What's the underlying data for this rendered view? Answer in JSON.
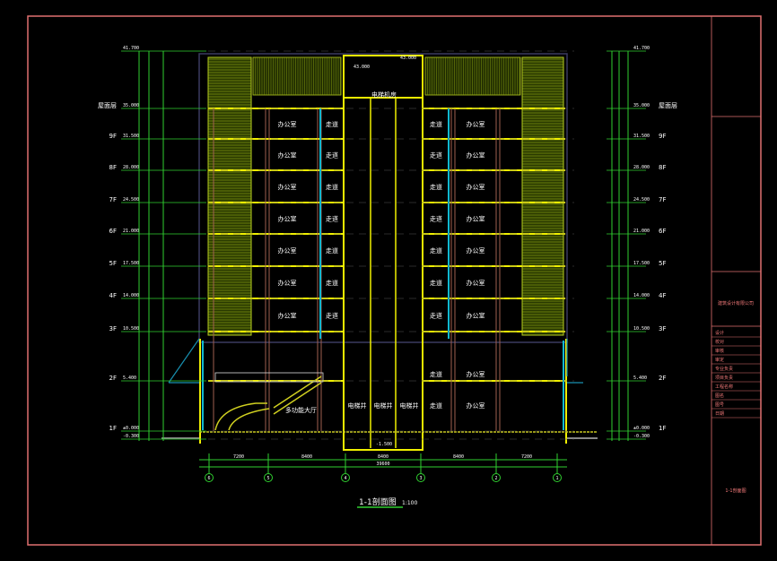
{
  "drawing": {
    "title": "1-1剖面图",
    "scale": "1:100",
    "colors": {
      "frame": "#e07070",
      "wall": "#f0f000",
      "louver": "#b8d020",
      "dim": "#30d030",
      "glass": "#10b8d0",
      "grid": "#3a3a60"
    }
  },
  "levels": [
    {
      "name": "",
      "elev": "41.700"
    },
    {
      "name": "屋面层",
      "elev": "35.000"
    },
    {
      "name": "9F",
      "elev": "31.500"
    },
    {
      "name": "8F",
      "elev": "28.000"
    },
    {
      "name": "7F",
      "elev": "24.500"
    },
    {
      "name": "6F",
      "elev": "21.000"
    },
    {
      "name": "5F",
      "elev": "17.500"
    },
    {
      "name": "4F",
      "elev": "14.000"
    },
    {
      "name": "3F",
      "elev": "10.500"
    },
    {
      "name": "2F",
      "elev": "5.400"
    },
    {
      "name": "1F",
      "elev": "±0.000"
    },
    {
      "name": "",
      "elev": "-0.300"
    }
  ],
  "rooms": {
    "office": "办公室",
    "corridor": "走道",
    "machine_room": "电梯机房",
    "shaft": "电梯井",
    "hall": "多功能大厅",
    "pit": "-1.500",
    "roof_left": "43.000",
    "roof_right": "43.000",
    "top_mark": "41.700"
  },
  "axes": [
    "6",
    "5",
    "4",
    "3",
    "2",
    "1"
  ],
  "dimensions": {
    "spans": [
      "7200",
      "8400",
      "8400",
      "8400",
      "7200"
    ],
    "total": "39600"
  },
  "title_block": {
    "company": "建筑设计有限公司",
    "drawing_name": "1-1剖面图",
    "rows": [
      "设计",
      "校对",
      "审核",
      "审定",
      "专业负责",
      "项目负责",
      "工程名称",
      "图名",
      "图号",
      "日期"
    ]
  }
}
